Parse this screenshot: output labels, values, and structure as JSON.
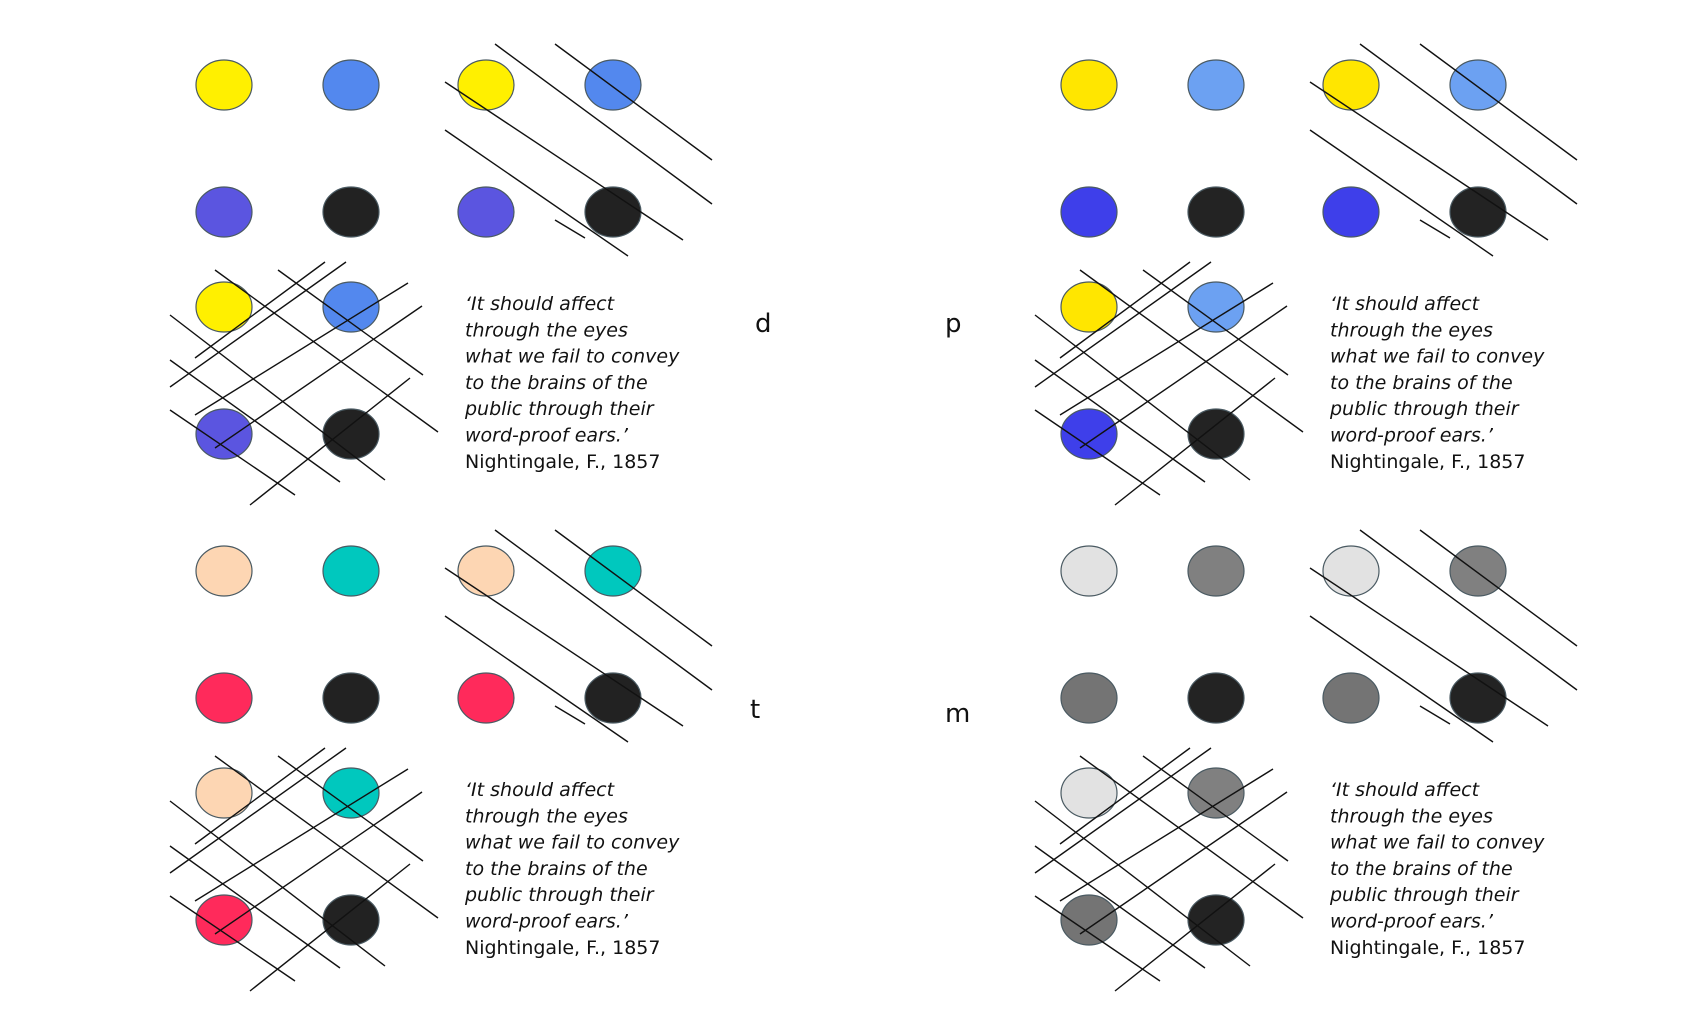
{
  "quote": {
    "lines": [
      "‘It should affect",
      "through the eyes",
      "what we fail to convey",
      "to the brains of the",
      "public through their",
      "word-proof ears.’"
    ],
    "attribution": "Nightingale, F., 1857"
  },
  "panels": [
    {
      "label": "d",
      "colors": [
        "#FFF000",
        "#5388EE",
        "#5B55E0",
        "#222222"
      ]
    },
    {
      "label": "p",
      "colors": [
        "#FFE600",
        "#6CA1F2",
        "#3E3FEA",
        "#232323"
      ]
    },
    {
      "label": "t",
      "colors": [
        "#FDD6B3",
        "#00C8BE",
        "#FF2A5B",
        "#222222"
      ]
    },
    {
      "label": "m",
      "colors": [
        "#E2E2E2",
        "#808080",
        "#747474",
        "#232323"
      ]
    }
  ]
}
